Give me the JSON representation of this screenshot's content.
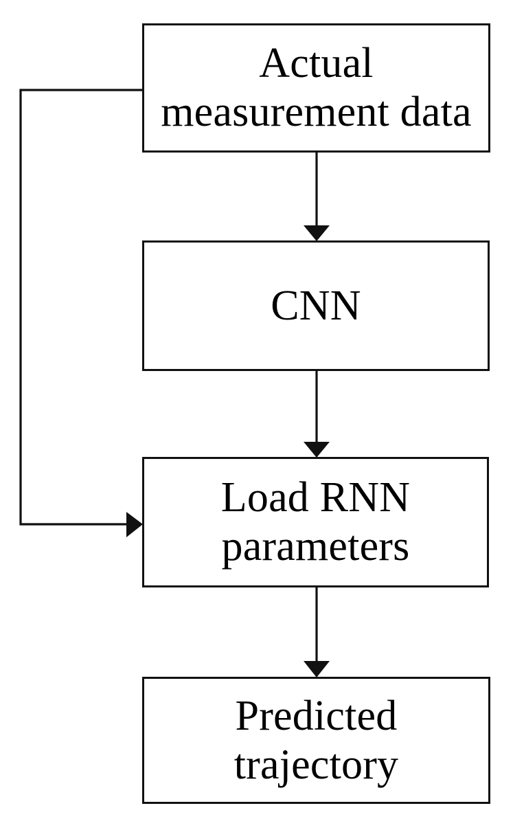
{
  "diagram": {
    "title": "CNN-RNN trajectory prediction flowchart",
    "type": "flowchart",
    "orientation": "vertical",
    "background_color": "#ffffff",
    "line_color": "#111111",
    "text_color": "#000000",
    "nodes": [
      {
        "id": "actual-measurement-data",
        "label": "Actual\nmeasurement data",
        "shape": "rectangle",
        "order": 1
      },
      {
        "id": "cnn",
        "label": "CNN",
        "shape": "rectangle",
        "order": 2
      },
      {
        "id": "load-rnn-parameters",
        "label": "Load RNN\nparameters",
        "shape": "rectangle",
        "order": 3
      },
      {
        "id": "predicted-trajectory",
        "label": "Predicted\ntrajectory",
        "shape": "rectangle",
        "order": 4
      }
    ],
    "edges": [
      {
        "id": "edge-data-to-cnn",
        "from": "actual-measurement-data",
        "to": "cnn",
        "direction": "down",
        "arrowhead": "filled-triangle",
        "label": ""
      },
      {
        "id": "edge-cnn-to-load-rnn",
        "from": "cnn",
        "to": "load-rnn-parameters",
        "direction": "down",
        "arrowhead": "filled-triangle",
        "label": ""
      },
      {
        "id": "edge-load-rnn-to-predicted",
        "from": "load-rnn-parameters",
        "to": "predicted-trajectory",
        "direction": "down",
        "arrowhead": "filled-triangle",
        "label": ""
      },
      {
        "id": "edge-data-to-load-rnn-bypass",
        "from": "actual-measurement-data",
        "to": "load-rnn-parameters",
        "direction": "left-down-right",
        "arrowhead": "filled-triangle",
        "label": ""
      }
    ]
  }
}
